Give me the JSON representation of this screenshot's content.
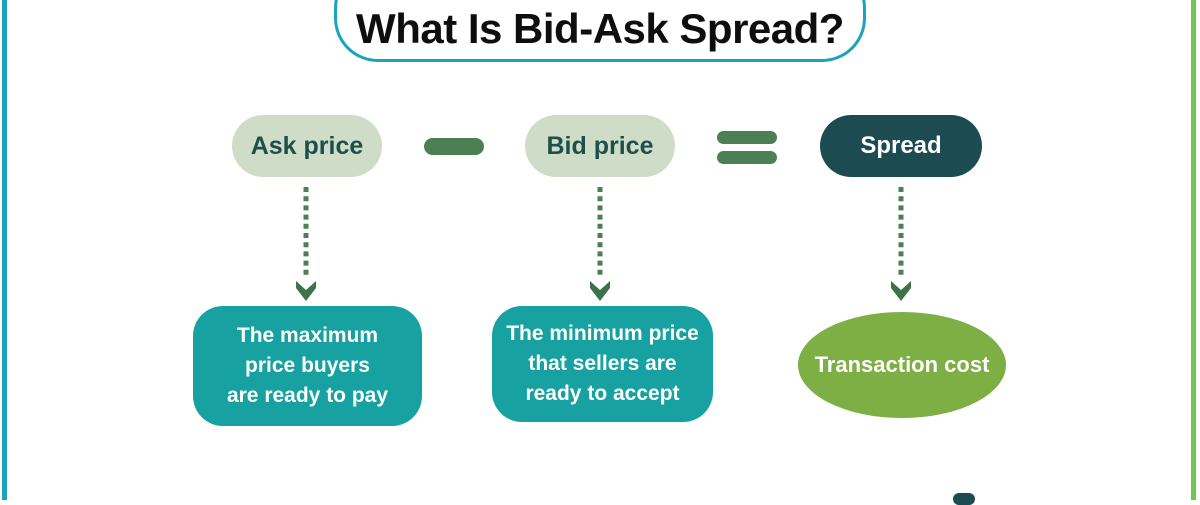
{
  "title": "What Is Bid-Ask Spread?",
  "equation": {
    "ask_label": "Ask price",
    "bid_label": "Bid price",
    "spread_label": "Spread"
  },
  "results": {
    "ask": {
      "lines": [
        "The maximum",
        "price buyers",
        "are ready to pay"
      ]
    },
    "bid": {
      "lines": [
        "The minimum price",
        "that sellers are",
        "ready to accept"
      ]
    },
    "spread_label": "Transaction cost"
  },
  "icons": {
    "minus": "minus-bar",
    "equals": "equals-bars",
    "down_arrow": "dotted-down-arrow"
  },
  "colors": {
    "accent_teal_border": "#1ba3bd",
    "accent_green_border": "#6cc94e",
    "pill_bg": "#cfddc8",
    "pill_text": "#1d4f4b",
    "operator_green": "#4c7f53",
    "arrow_green": "#44784d",
    "arrowhead_green": "#3d7348",
    "spread_bg": "#1c4b52",
    "result_teal": "#17a2a1",
    "ellipse_green": "#7daf45",
    "title_text": "#0e0e0e"
  }
}
